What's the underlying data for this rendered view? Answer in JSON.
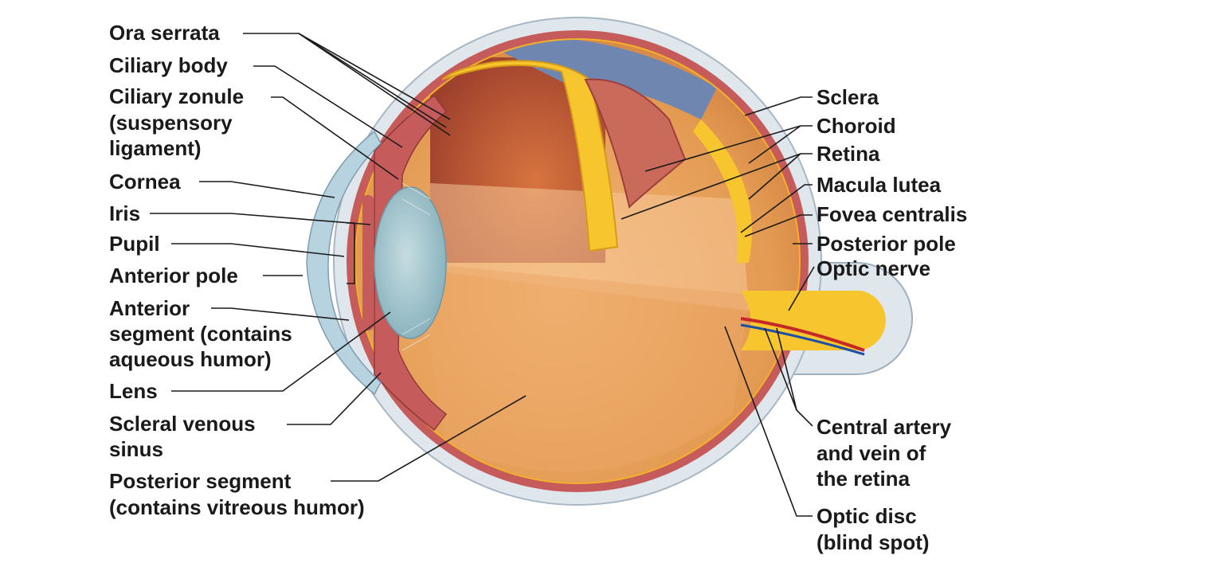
{
  "labels": {
    "ora_serrata": "Ora serrata",
    "ciliary_body": "Ciliary body",
    "ciliary_zonule_1": "Ciliary zonule",
    "ciliary_zonule_2": "(suspensory",
    "ciliary_zonule_3": "ligament)",
    "cornea": "Cornea",
    "iris": "Iris",
    "pupil": "Pupil",
    "anterior_pole": "Anterior pole",
    "anterior_segment_1": "Anterior",
    "anterior_segment_2": "segment (contains",
    "anterior_segment_3": "aqueous humor)",
    "lens": "Lens",
    "scleral_sinus_1": "Scleral venous",
    "scleral_sinus_2": "sinus",
    "posterior_segment_1": "Posterior segment",
    "posterior_segment_2": "(contains vitreous humor)",
    "sclera": "Sclera",
    "choroid": "Choroid",
    "retina": "Retina",
    "macula_lutea": "Macula lutea",
    "fovea_centralis": "Fovea centralis",
    "posterior_pole": "Posterior pole",
    "optic_nerve": "Optic nerve",
    "central_artery_1": "Central artery",
    "central_artery_2": "and vein of",
    "central_artery_3": "the retina",
    "optic_disc_1": "Optic disc",
    "optic_disc_2": "(blind spot)"
  },
  "colors": {
    "sclera": "#dfe6ec",
    "sclera_edge": "#9fb0c0",
    "choroid": "#c65b5b",
    "retina": "#f2b12a",
    "vitreous": "#e9a05a",
    "cavity_dark": "#b7523a",
    "cornea": "#b8d3e0",
    "lens": "#9fc3cd",
    "inner_blue": "#6f87b0",
    "nerve_yellow": "#f7c62e"
  }
}
